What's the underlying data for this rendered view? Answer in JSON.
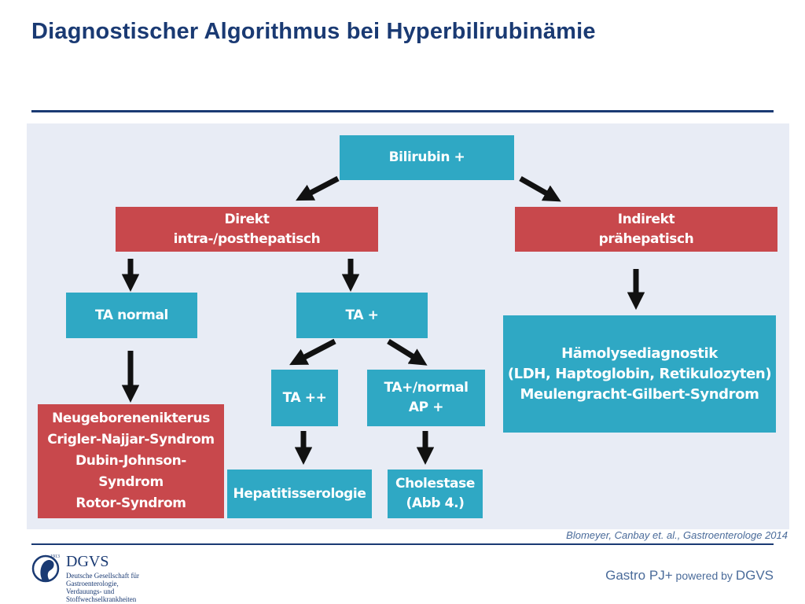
{
  "title": "Diagnostischer Algorithmus bei Hyperbilirubinämie",
  "diagram": {
    "nodes": {
      "bilirubin": "Bilirubin +",
      "direkt": "Direkt\nintra-/posthepatisch",
      "indirekt": "Indirekt\nprähepatisch",
      "ta_normal": "TA normal",
      "ta_plus": "TA +",
      "ta_plusplus": "TA ++",
      "ta_normal_ap": "TA+/normal\nAP +",
      "neugeborenen": "Neugeborenenikterus\nCrigler-Najjar-Syndrom\nDubin-Johnson-\nSyndrom\nRotor-Syndrom",
      "hepatitis": "Hepatitisserologie",
      "cholestase": "Cholestase\n(Abb 4.)",
      "haemolyse": "Hämolysediagnostik\n(LDH, Haptoglobin, Retikulozyten)\nMeulengracht-Gilbert-Syndrom"
    },
    "colors": {
      "teal": "#2fa8c4",
      "red": "#c8484c",
      "arrow": "#111111",
      "panel": "#e8ecf5"
    }
  },
  "citation": "Blomeyer, Canbay et. al., Gastroenterologe 2014",
  "logo": {
    "name": "DGVS",
    "year": "1913",
    "subtitle": "Deutsche Gesellschaft für\nGastroenterologie,\nVerdauungs- und\nStoffwechselkrankheiten"
  },
  "footer": {
    "part1": "Gastro PJ+",
    "part2": " powered by ",
    "part3": "DGVS"
  }
}
